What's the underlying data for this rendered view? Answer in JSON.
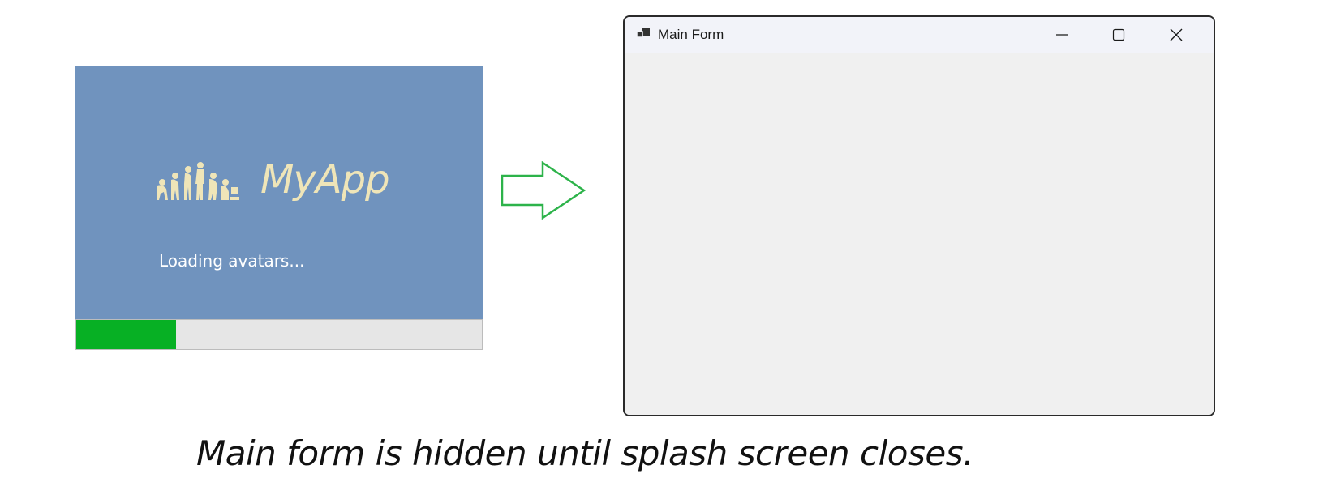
{
  "splash": {
    "app_name": "MyApp",
    "status_text": "Loading avatars...",
    "progress_fraction": 0.245,
    "logo_icon": "evolution-silhouette-icon",
    "colors": {
      "background": "#7093be",
      "app_name": "#efe5b8",
      "progress_fill": "#07b024",
      "progress_track": "#e6e6e6"
    }
  },
  "arrow": {
    "icon": "right-arrow-outline-icon",
    "color": "#2db34a"
  },
  "main_window": {
    "title": "Main Form",
    "app_icon": "app-window-icon",
    "buttons": {
      "minimize_icon": "minimize-icon",
      "maximize_icon": "maximize-icon",
      "close_icon": "close-icon"
    },
    "colors": {
      "titlebar": "#f2f3f9",
      "client": "#f0f0f0",
      "border": "#2a2a2a"
    }
  },
  "caption": "Main form is hidden until splash screen closes."
}
